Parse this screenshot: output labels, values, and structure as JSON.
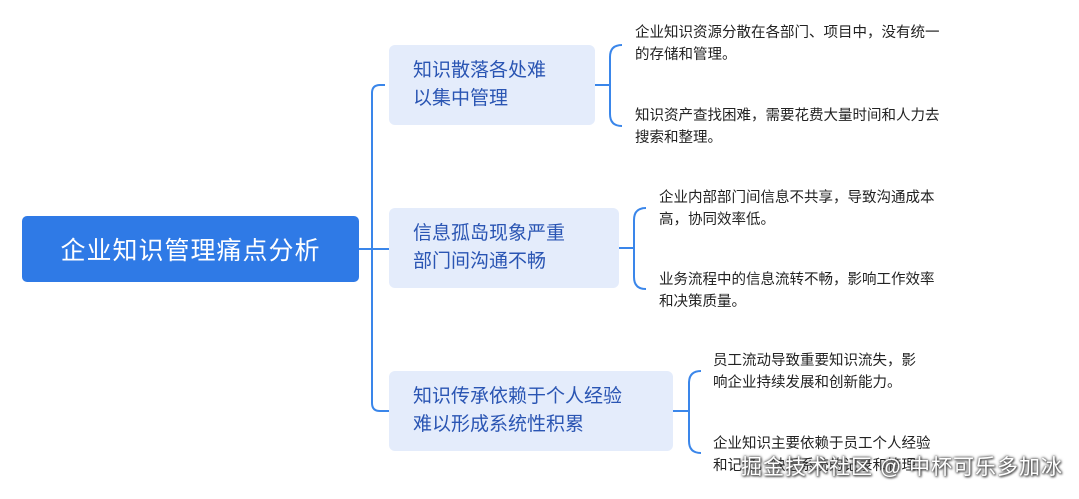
{
  "mindmap": {
    "root": "企业知识管理痛点分析",
    "branches": [
      {
        "line1": "知识散落各处难",
        "line2": "以集中管理",
        "leaves": [
          "企业知识资源分散在各部门、项目中，没有统一\n的存储和管理。",
          "知识资产查找困难，需要花费大量时间和人力去\n搜索和整理。"
        ]
      },
      {
        "line1": "信息孤岛现象严重",
        "line2": "部门间沟通不畅",
        "leaves": [
          "企业内部部门间信息不共享，导致沟通成本\n高，协同效率低。",
          "业务流程中的信息流转不畅，影响工作效率\n和决策质量。"
        ]
      },
      {
        "line1": "知识传承依赖于个人经验",
        "line2": "难以形成系统性积累",
        "leaves": [
          "员工流动导致重要知识流失，影\n响企业持续发展和创新能力。",
          "企业知识主要依赖于员工个人经验\n和记忆，缺乏系统的记录和管理。"
        ]
      }
    ]
  },
  "watermark": "掘金技术社区 @ 中杯可乐多加冰",
  "colors": {
    "root_bg": "#2f7ae6",
    "branch_bg": "#e4ecfb",
    "branch_text": "#2a55b3",
    "connector": "#3a86ea"
  }
}
